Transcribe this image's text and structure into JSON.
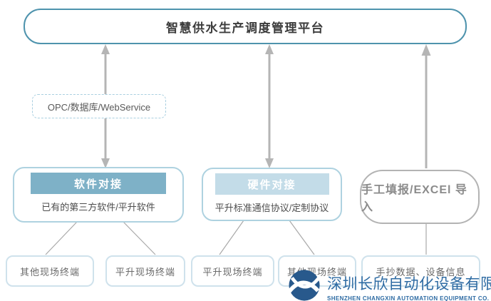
{
  "diagram": {
    "platform": {
      "title": "智慧供水生产调度管理平台"
    },
    "opc_label": "OPC/数据库/WebService",
    "software": {
      "title": "软件对接",
      "subtitle": "已有的第三方软件/平升软件"
    },
    "hardware": {
      "title": "硬件对接",
      "subtitle": "平升标准通信协议/定制协议"
    },
    "manual": {
      "title": "手工填报/EXCEl 导入"
    },
    "terminals": [
      {
        "label": "其他现场终端"
      },
      {
        "label": "平升现场终端"
      },
      {
        "label": "平升现场终端"
      },
      {
        "label": "其他现场终端"
      },
      {
        "label": "手抄数据、设备信息"
      }
    ]
  },
  "watermark": {
    "company_cn": "深圳长欣自动化设备有限公司",
    "company_en": "SHENZHEN CHANGXIN AUTOMATION EQUIPMENT CO. LTD",
    "logo_icon": "circle-x-swoosh"
  },
  "colors": {
    "platform_border": "#4e93ad",
    "software_band": "#7eb1c7",
    "hardware_band": "#c3dce8",
    "mid_box_border": "#aed2e0",
    "manual_border": "#b3b3b3",
    "terminal_border": "#cfe2ec",
    "arrow_gray": "#b5b5b5",
    "connector_gray": "#a9a9a9",
    "logo_blue": "#28598c",
    "watermark_text": "#2e6ba3"
  }
}
